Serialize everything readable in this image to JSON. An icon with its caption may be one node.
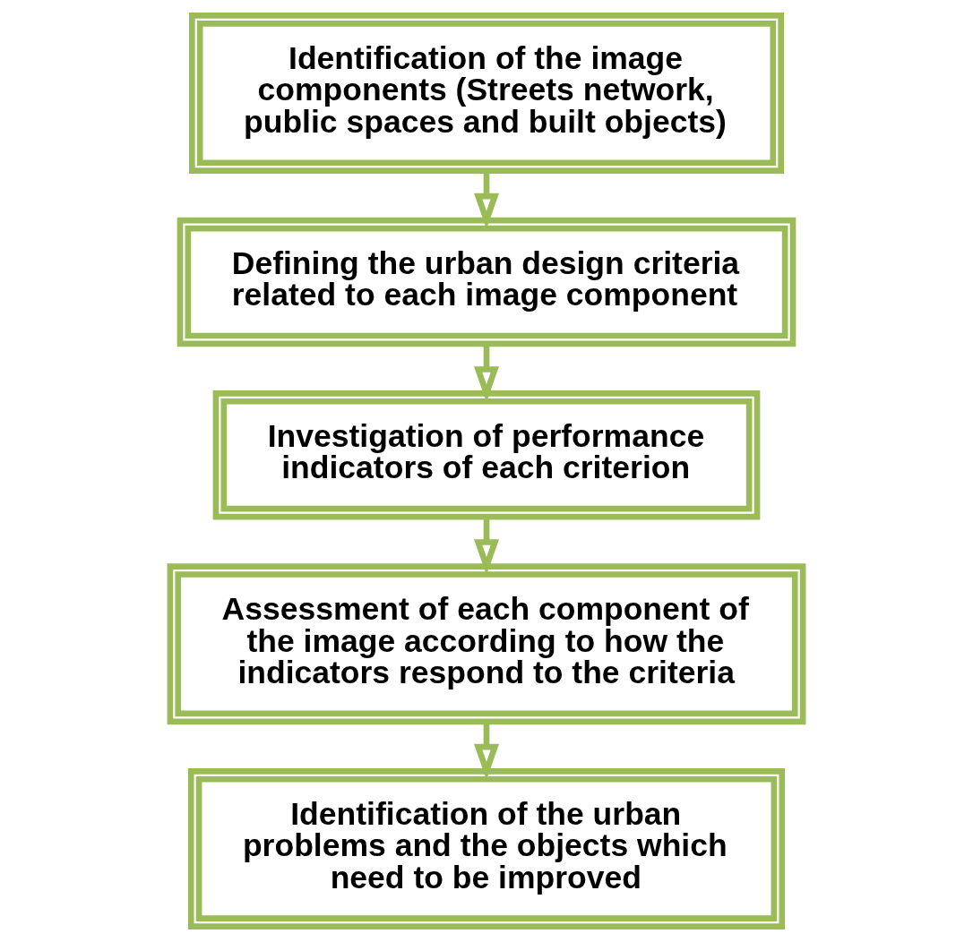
{
  "diagram": {
    "nodes": [
      {
        "text": [
          "Identification of the image components (Streets network, public spaces and built objects)"
        ]
      },
      {
        "text": [
          "Defining the urban design criteria related to each image component"
        ]
      },
      {
        "text": [
          "Investigation of performance indicators of each criterion"
        ]
      },
      {
        "text": [
          "Assessment of each component of the image according to how the indicators respond to the criteria"
        ]
      },
      {
        "text": [
          "Identification of the urban problems and the objects which need to be improved"
        ]
      }
    ],
    "edges": [
      {
        "from": 0,
        "to": 1,
        "arrow": "to"
      },
      {
        "from": 1,
        "to": 2,
        "arrow": "to"
      },
      {
        "from": 2,
        "to": 3,
        "arrow": "to"
      },
      {
        "from": 3,
        "to": 4,
        "arrow": "to"
      }
    ]
  }
}
